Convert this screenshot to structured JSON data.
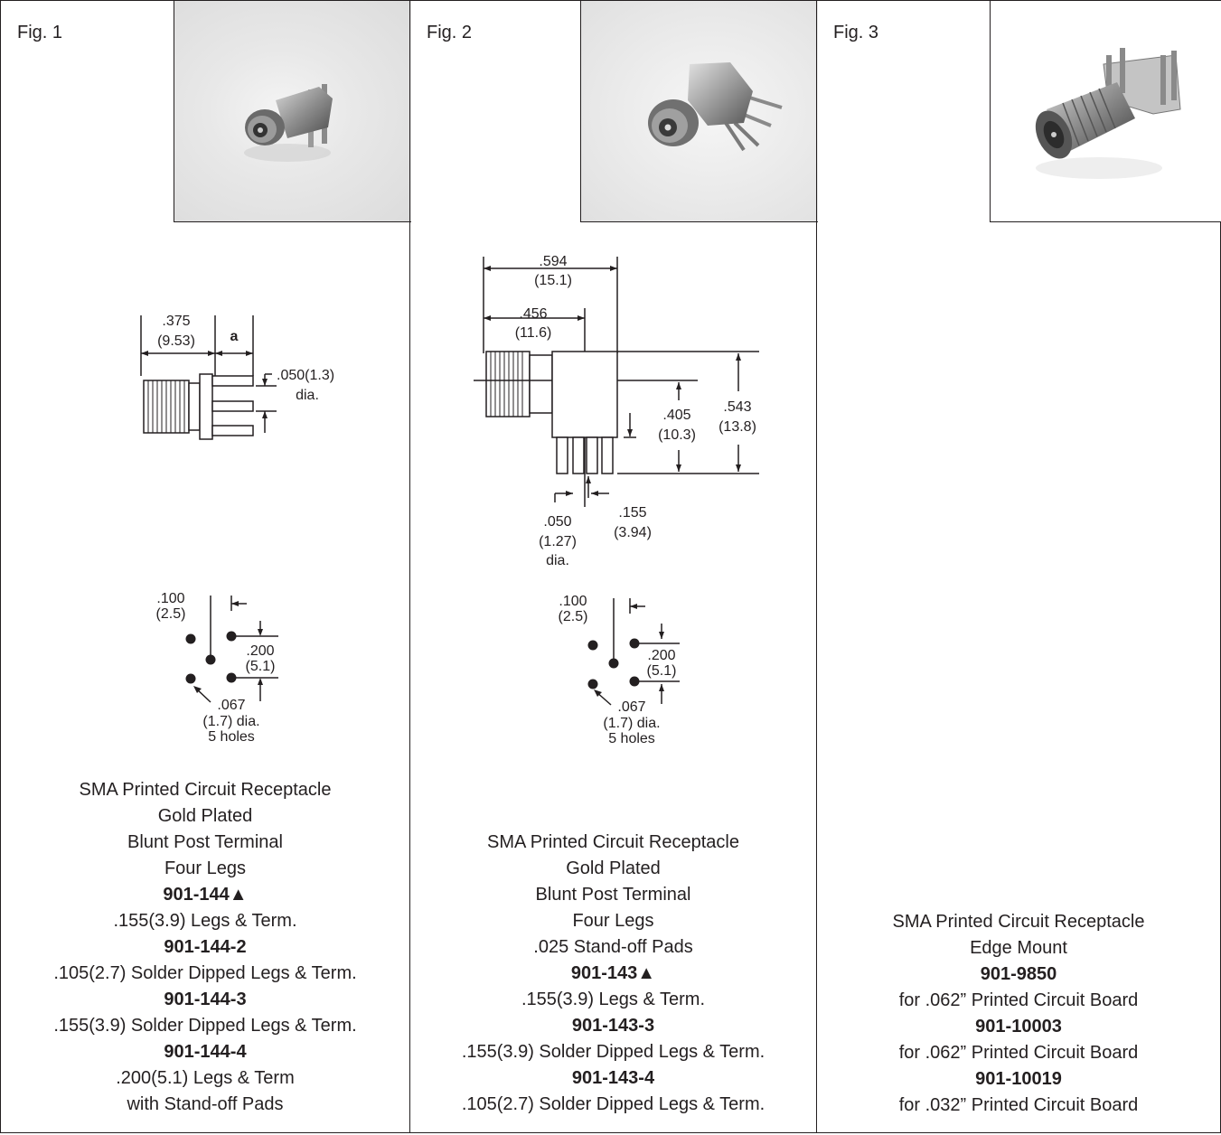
{
  "figures": [
    {
      "label": "Fig. 1",
      "dims": {
        "length": ".375",
        "length_mm": "(9.53)",
        "a": "a",
        "pin_dia": ".050(1.3)",
        "pin_dia_unit": "dia.",
        "pitch": ".100",
        "pitch_mm": "(2.5)",
        "spacing": ".200",
        "spacing_mm": "(5.1)",
        "hole": ".067",
        "hole_mm": "(1.7) dia.",
        "holes": "5 holes"
      },
      "lines": [
        {
          "text": "SMA Printed Circuit Receptacle",
          "bold": false
        },
        {
          "text": "Gold Plated",
          "bold": false
        },
        {
          "text": "Blunt Post Terminal",
          "bold": false
        },
        {
          "text": "Four Legs",
          "bold": false
        },
        {
          "text": "901-144▲",
          "bold": true
        },
        {
          "text": ".155(3.9) Legs & Term.",
          "bold": false
        },
        {
          "text": "901-144-2",
          "bold": true
        },
        {
          "text": ".105(2.7) Solder Dipped Legs & Term.",
          "bold": false
        },
        {
          "text": "901-144-3",
          "bold": true
        },
        {
          "text": ".155(3.9) Solder Dipped Legs & Term.",
          "bold": false
        },
        {
          "text": "901-144-4",
          "bold": true
        },
        {
          "text": ".200(5.1) Legs & Term",
          "bold": false
        },
        {
          "text": "with Stand-off Pads",
          "bold": false
        }
      ]
    },
    {
      "label": "Fig. 2",
      "dims": {
        "overall": ".594",
        "overall_mm": "(15.1)",
        "body": ".456",
        "body_mm": "(11.6)",
        "height": ".405",
        "height_mm": "(10.3)",
        "total": ".543",
        "total_mm": "(13.8)",
        "pin": ".050",
        "pin_mm": "(1.27)",
        "pin_unit": "dia.",
        "leg": ".155",
        "leg_mm": "(3.94)",
        "pitch": ".100",
        "pitch_mm": "(2.5)",
        "spacing": ".200",
        "spacing_mm": "(5.1)",
        "hole": ".067",
        "hole_mm": "(1.7) dia.",
        "holes": "5 holes"
      },
      "lines": [
        {
          "text": "SMA Printed Circuit Receptacle",
          "bold": false
        },
        {
          "text": "Gold Plated",
          "bold": false
        },
        {
          "text": "Blunt Post Terminal",
          "bold": false
        },
        {
          "text": "Four Legs",
          "bold": false
        },
        {
          "text": ".025 Stand-off Pads",
          "bold": false
        },
        {
          "text": "901-143▲",
          "bold": true
        },
        {
          "text": ".155(3.9) Legs & Term.",
          "bold": false
        },
        {
          "text": "901-143-3",
          "bold": true
        },
        {
          "text": ".155(3.9) Solder Dipped Legs & Term.",
          "bold": false
        },
        {
          "text": "901-143-4",
          "bold": true
        },
        {
          "text": ".105(2.7) Solder Dipped Legs & Term.",
          "bold": false
        }
      ]
    },
    {
      "label": "Fig. 3",
      "lines": [
        {
          "text": "SMA Printed Circuit Receptacle",
          "bold": false
        },
        {
          "text": "Edge Mount",
          "bold": false
        },
        {
          "text": "901-9850",
          "bold": true
        },
        {
          "text": "for .062” Printed Circuit Board",
          "bold": false
        },
        {
          "text": "901-10003",
          "bold": true
        },
        {
          "text": "for .062” Printed Circuit Board",
          "bold": false
        },
        {
          "text": "901-10019",
          "bold": true
        },
        {
          "text": "for .032” Printed Circuit Board",
          "bold": false
        }
      ]
    }
  ]
}
